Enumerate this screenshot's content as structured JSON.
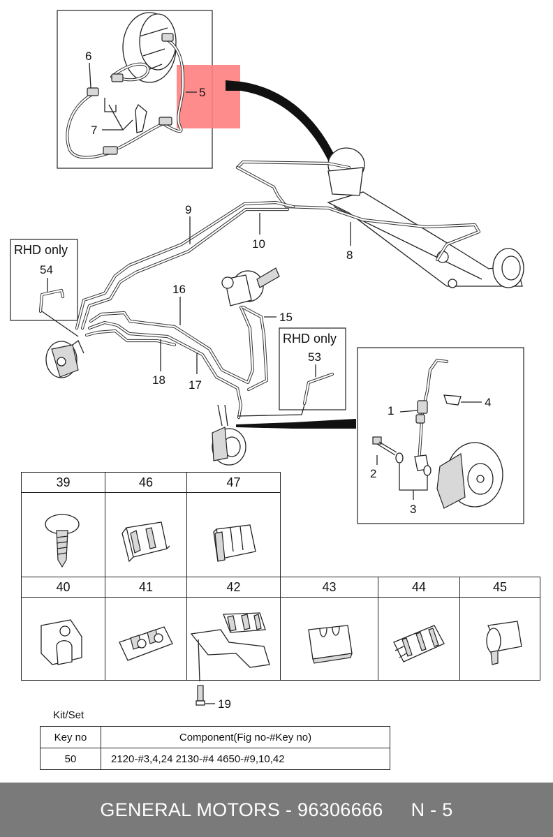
{
  "callouts": {
    "c1": "1",
    "c2": "2",
    "c3": "3",
    "c4": "4",
    "c5": "5",
    "c6": "6",
    "c7": "7",
    "c8": "8",
    "c9": "9",
    "c10": "10",
    "c15": "15",
    "c16": "16",
    "c17": "17",
    "c18": "18",
    "c19": "19",
    "c53": "53",
    "c54": "54"
  },
  "rhd_boxes": {
    "left_title": "RHD only",
    "right_title": "RHD only"
  },
  "parts_table": {
    "row1": [
      "39",
      "46",
      "47"
    ],
    "row2": [
      "40",
      "41",
      "42",
      "43",
      "44",
      "45"
    ]
  },
  "kit": {
    "title": "Kit/Set",
    "headers": [
      "Key no",
      "Component(Fig no-#Key no)"
    ],
    "rows": [
      {
        "key": "50",
        "component": "2120-#3,4,24  2130-#4  4650-#9,10,42"
      }
    ]
  },
  "footer": {
    "brand_part": "GENERAL MOTORS - 96306666",
    "page": "N - 5"
  },
  "colors": {
    "highlight": "#ff8080",
    "leader_arrow": "#111111",
    "footer_bg": "#7a7a7a"
  }
}
